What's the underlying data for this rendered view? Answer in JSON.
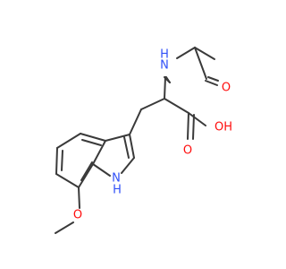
{
  "molecule": {
    "atoms": {
      "n_acetyl": {
        "text": "N",
        "color": "#3050f8"
      },
      "h_acetyl": {
        "text": "H",
        "color": "#3050f8"
      },
      "o_carbonyl": {
        "text": "O",
        "color": "#ff0d0d"
      },
      "oh_acid": {
        "text": "OH",
        "color": "#ff0d0d"
      },
      "o_acid": {
        "text": "O",
        "color": "#ff0d0d"
      },
      "n_indole": {
        "text": "N",
        "color": "#3050f8"
      },
      "h_indole": {
        "text": "H",
        "color": "#3050f8"
      },
      "o_methoxy": {
        "text": "O",
        "color": "#ff0d0d"
      }
    },
    "bond_color": "#3a3a3a"
  }
}
